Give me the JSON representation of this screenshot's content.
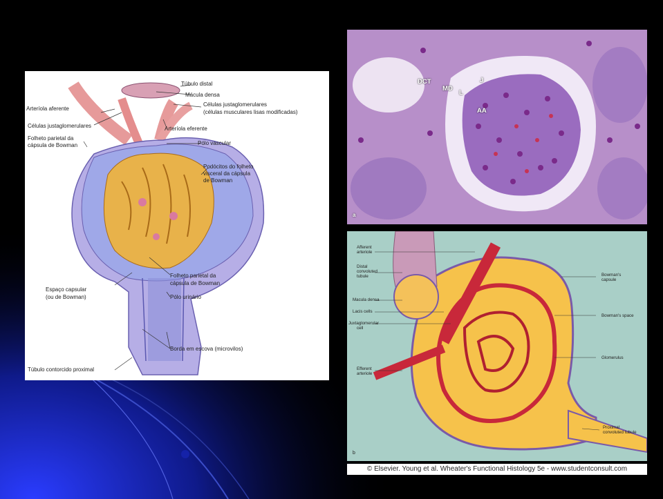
{
  "left_figure": {
    "labels": {
      "tubulo_distal": "Túbulo distal",
      "macula_densa": "Mácula densa",
      "arteriola_aferente": "Arteríola aferente",
      "celulas_justa_1": "Células justaglomerulares",
      "celulas_justa_2": "(células musculares lisas modificadas)",
      "celulas_justaglomerulares": "Células justaglomerulares",
      "arteriola_eferente": "Arteríola eferente",
      "folheto_parietal_top_1": "Folheto parietal da",
      "folheto_parietal_top_2": "cápsula de Bowman",
      "polo_vascular": "Pólo vascular",
      "podocitos_1": "Podócitos do folheto",
      "podocitos_2": "visceral da cápsula",
      "podocitos_3": "de Bowman",
      "folheto_parietal_bottom_1": "Folheto parietal da",
      "folheto_parietal_bottom_2": "cápsula de Bowman",
      "espaco_capsular_1": "Espaço capsular",
      "espaco_capsular_2": "(ou de Bowman)",
      "polo_urinario": "Pólo urinário",
      "borda_escova": "Borda em escova (microvilos)",
      "tubulo_contorcido": "Túbulo contorcido proximal"
    }
  },
  "micrograph": {
    "labels": {
      "dct": "DCT",
      "md": "MD",
      "l": "L",
      "j": "J",
      "aa": "AA",
      "panel": "a"
    }
  },
  "right_diagram": {
    "labels": {
      "afferent_1": "Afferent",
      "afferent_2": "arteriole",
      "distal_1": "Distal",
      "distal_2": "convoluted",
      "distal_3": "tubule",
      "macula_densa": "Macula densa",
      "lacis_cells": "Lacis cells",
      "juxta_1": "Juxtaglomerular",
      "juxta_2": "cell",
      "efferent_1": "Efferent",
      "efferent_2": "arteriole",
      "bowmans_capsule_1": "Bowman's",
      "bowmans_capsule_2": "capsule",
      "bowmans_space": "Bowman's space",
      "glomerulus": "Glomerulus",
      "proximal_1": "Proximal",
      "proximal_2": "convoluted tubule",
      "panel": "b"
    }
  },
  "credit": "© Elsevier. Young et al. Wheater's Functional Histology 5e - www.studentconsult.com",
  "colors": {
    "slide_background": "#000000",
    "slide_accent_blue": "#1a2bd6",
    "capsule_purple": "#a99ae0",
    "podocyte_orange": "#e8b24a",
    "vessel_red": "#c8283a",
    "diagram_teal": "#a9cfc7",
    "diagram_yellow": "#f6c24b"
  }
}
